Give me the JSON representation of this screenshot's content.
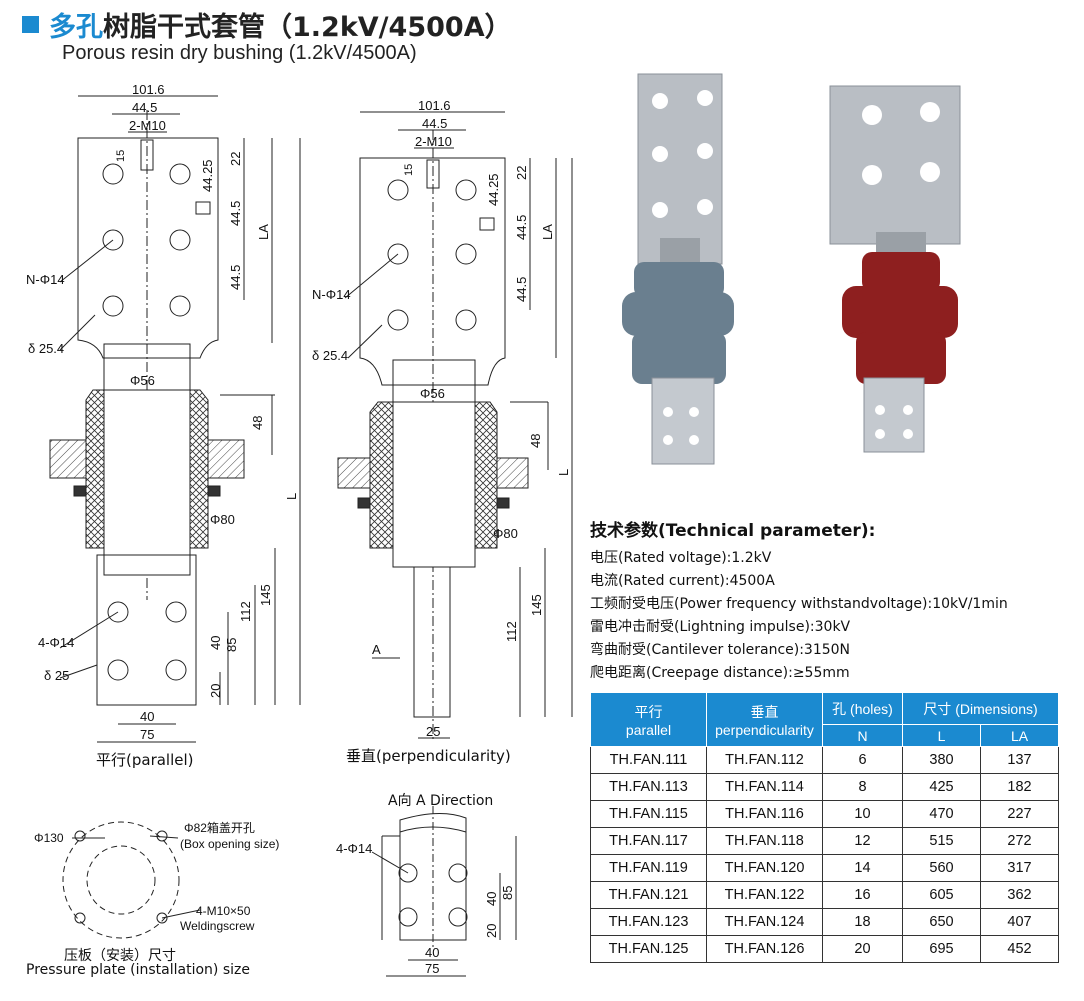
{
  "title": {
    "prefix": "多孔",
    "rest": "树脂干式套管（1.2kV/4500A）",
    "subtitle": "Porous resin dry bushing (1.2kV/4500A)"
  },
  "views": {
    "parallel": {
      "caption": "平行(parallel)",
      "dims": {
        "w1": "101.6",
        "w2": "44.5",
        "m": "2-M10",
        "d15": "15",
        "d22": "22",
        "d4425": "44.25",
        "d445a": "44.5",
        "d445b": "44.5",
        "la": "LA",
        "nphi": "N-Φ14",
        "delta": "δ 25.4",
        "phi56": "Φ56",
        "d48": "48",
        "phi80": "Φ80",
        "l": "L",
        "d145": "145",
        "d112": "112",
        "d85": "85",
        "d40v": "40",
        "d20": "20",
        "phi14": "4-Φ14",
        "d25": "δ 25",
        "d40h": "40",
        "d75": "75"
      }
    },
    "perp": {
      "caption": "垂直(perpendicularity)",
      "dims": {
        "w1": "101.6",
        "w2": "44.5",
        "m": "2-M10",
        "d15": "15",
        "d22": "22",
        "d4425": "44.25",
        "d445a": "44.5",
        "d445b": "44.5",
        "la": "LA",
        "nphi": "N-Φ14",
        "delta": "δ 25.4",
        "phi56": "Φ56",
        "d48": "48",
        "phi80": "Φ80",
        "l": "L",
        "d145": "145",
        "d112": "112",
        "d25": "25",
        "a": "A"
      }
    },
    "plate": {
      "caption1": "压板（安装）尺寸",
      "caption2": "Pressure plate (installation) size",
      "phi130": "Φ130",
      "phi82": "Φ82箱盖开孔",
      "box": "(Box opening size)",
      "m10": "4-M10×50",
      "weld": "Weldingscrew"
    },
    "adir": {
      "caption": "A向 A Direction",
      "phi14": "4-Φ14",
      "d40v": "40",
      "d85": "85",
      "d20": "20",
      "d40h": "40",
      "d75": "75"
    }
  },
  "params": {
    "heading": "技术参数(Technical parameter):",
    "lines": [
      "电压(Rated voltage):1.2kV",
      "电流(Rated current):4500A",
      "工频耐受电压(Power frequency withstandvoltage):10kV/1min",
      "雷电冲击耐受(Lightning impulse):30kV",
      "弯曲耐受(Cantilever tolerance):3150N",
      "爬电距离(Creepage distance):≥55mm"
    ]
  },
  "table": {
    "headers": {
      "parallel": "平行",
      "parallel_en": "parallel",
      "perp": "垂直",
      "perp_en": "perpendicularity",
      "holes": "孔 (holes)",
      "dims": "尺寸 (Dimensions)",
      "n": "N",
      "l": "L",
      "la": "LA"
    },
    "rows": [
      [
        "TH.FAN.111",
        "TH.FAN.112",
        "6",
        "380",
        "137"
      ],
      [
        "TH.FAN.113",
        "TH.FAN.114",
        "8",
        "425",
        "182"
      ],
      [
        "TH.FAN.115",
        "TH.FAN.116",
        "10",
        "470",
        "227"
      ],
      [
        "TH.FAN.117",
        "TH.FAN.118",
        "12",
        "515",
        "272"
      ],
      [
        "TH.FAN.119",
        "TH.FAN.120",
        "14",
        "560",
        "317"
      ],
      [
        "TH.FAN.121",
        "TH.FAN.122",
        "16",
        "605",
        "362"
      ],
      [
        "TH.FAN.123",
        "TH.FAN.124",
        "18",
        "650",
        "407"
      ],
      [
        "TH.FAN.125",
        "TH.FAN.126",
        "20",
        "695",
        "452"
      ]
    ]
  },
  "colors": {
    "accent": "#1b8ad0",
    "grey_insulator": "#6a7f8f",
    "red_insulator": "#8e1f1f",
    "copper": "#b9bec4"
  }
}
